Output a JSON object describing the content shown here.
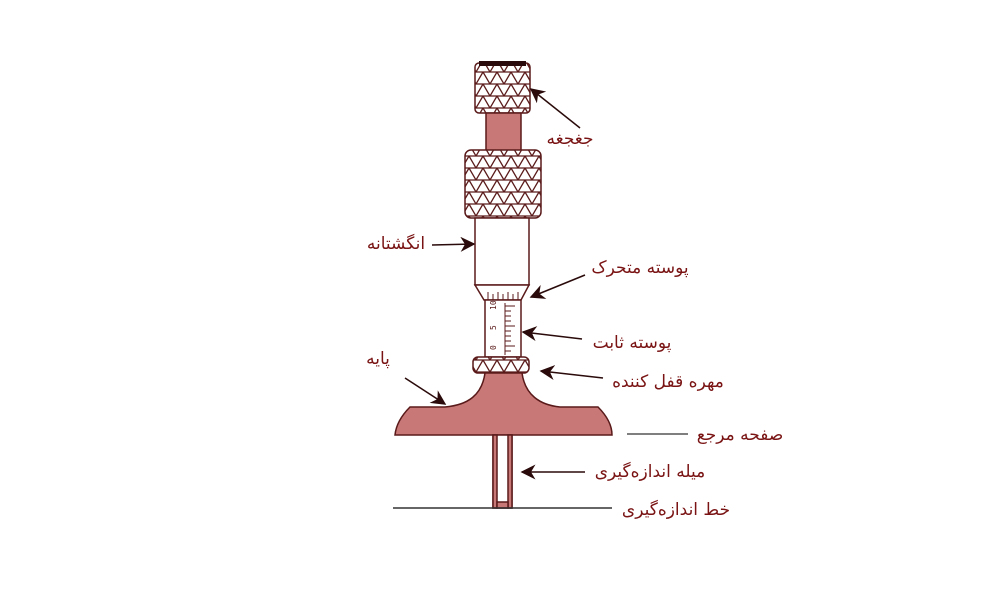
{
  "colors": {
    "body_fill": "#c87876",
    "outline": "#5a1a1a",
    "label": "#7a1414"
  },
  "labels": {
    "ratchet": "جغجغه",
    "thimble": "انگشتانه",
    "movable_sleeve": "پوسته متحرک",
    "fixed_sleeve": "پوسته ثابت",
    "base": "پایه",
    "lock_nut": "مهره قفل کننده",
    "reference_plate": "صفحه مرجع",
    "measuring_rod": "میله اندازه‌گیری",
    "measuring_line": "خط اندازه‌گیری"
  },
  "scale_numbers": [
    "0",
    "5",
    "10"
  ]
}
